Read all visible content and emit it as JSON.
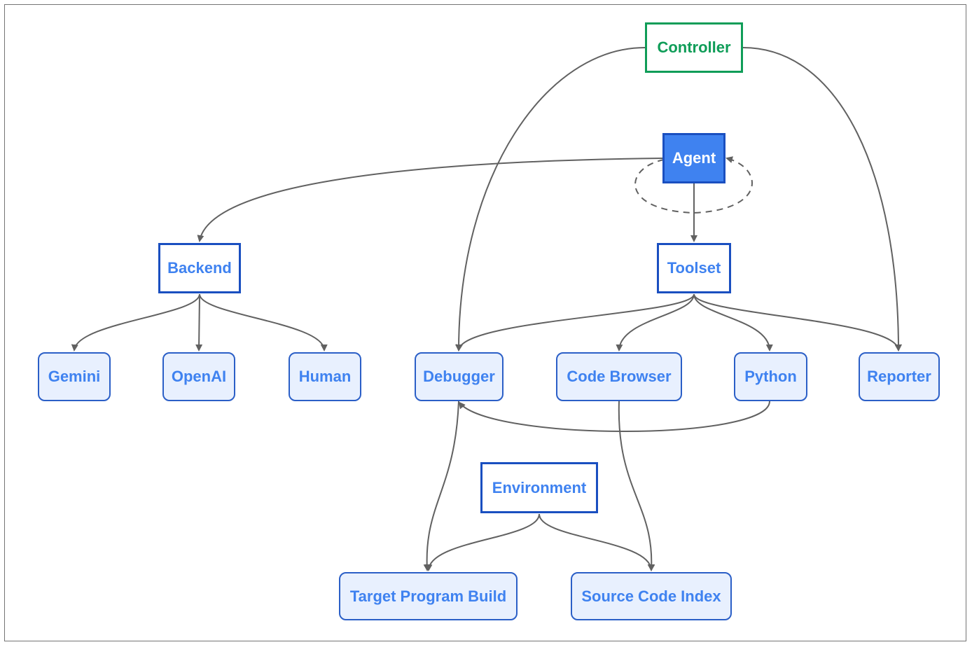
{
  "nodes": {
    "controller": "Controller",
    "agent": "Agent",
    "backend": "Backend",
    "toolset": "Toolset",
    "gemini": "Gemini",
    "openai": "OpenAI",
    "human": "Human",
    "debugger": "Debugger",
    "code_browser": "Code Browser",
    "python": "Python",
    "reporter": "Reporter",
    "environment": "Environment",
    "target_program_build": "Target Program Build",
    "source_code_index": "Source Code Index"
  },
  "colors": {
    "controller": "#0f9d58",
    "primary_border": "#1a4fc0",
    "agent_fill": "#3f82f0",
    "node_text": "#3f82f0",
    "leaf_fill": "#e8f0fe",
    "edge": "#616161"
  }
}
